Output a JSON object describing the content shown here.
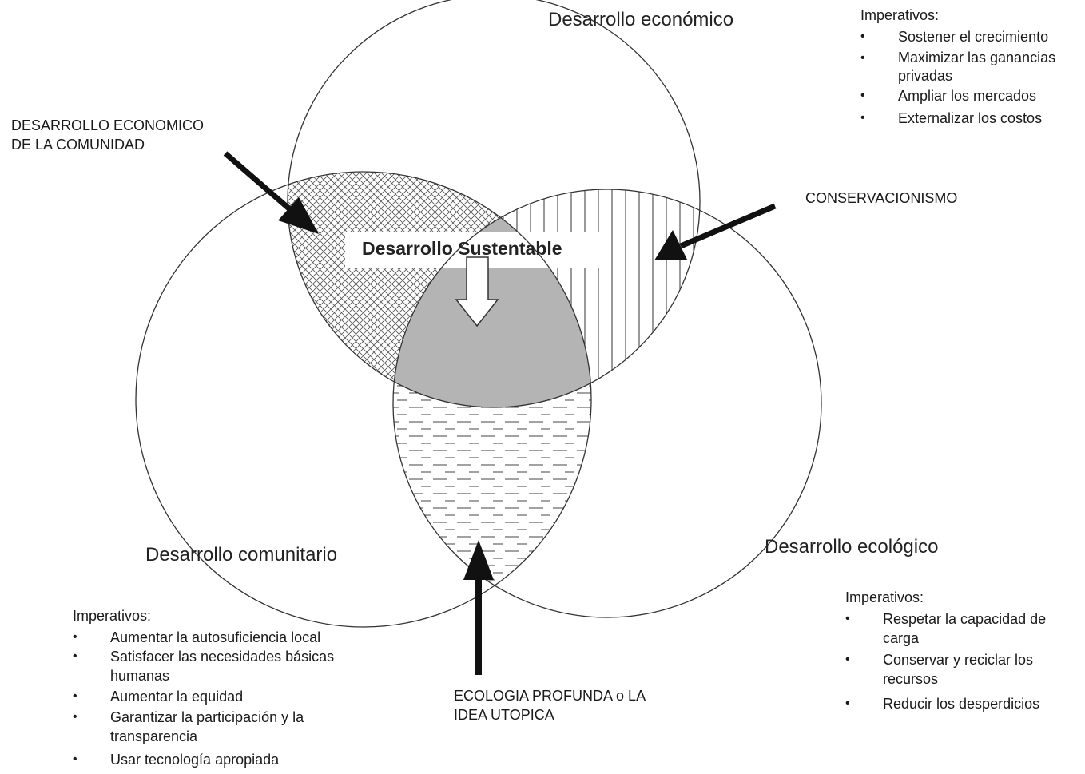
{
  "circles": {
    "economic": {
      "label": "Desarrollo económico"
    },
    "community": {
      "label": "Desarrollo comunitario"
    },
    "ecological": {
      "label": "Desarrollo ecológico"
    }
  },
  "center": {
    "label": "Desarrollo Sustentable"
  },
  "callouts": {
    "community_economic": {
      "line1": "DESARROLLO ECONOMICO",
      "line2": "DE LA COMUNIDAD"
    },
    "conservation": {
      "line1": "CONSERVACIONISMO"
    },
    "deep_ecology": {
      "line1": "ECOLOGIA PROFUNDA o LA",
      "line2": "IDEA UTOPICA"
    }
  },
  "imperatives": {
    "economic": {
      "title": "Imperativos:",
      "items": [
        "Sostener el crecimiento",
        "Maximizar las ganancias privadas",
        "Ampliar los mercados",
        "Externalizar los costos"
      ]
    },
    "community": {
      "title": "Imperativos:",
      "items": [
        "Aumentar la autosuficiencia local",
        "Satisfacer las necesidades básicas humanas",
        "Aumentar la equidad",
        "Garantizar la participación y la transparencia",
        "Usar tecnología apropiada"
      ]
    },
    "ecological": {
      "title": "Imperativos:",
      "items": [
        "Respetar la capacidad de carga",
        "Conservar y reciclar los recursos",
        "Reducir los desperdicios"
      ]
    }
  },
  "colors": {
    "line": "#333333",
    "shade": "#b4b4b4",
    "hatch": "#444444"
  }
}
